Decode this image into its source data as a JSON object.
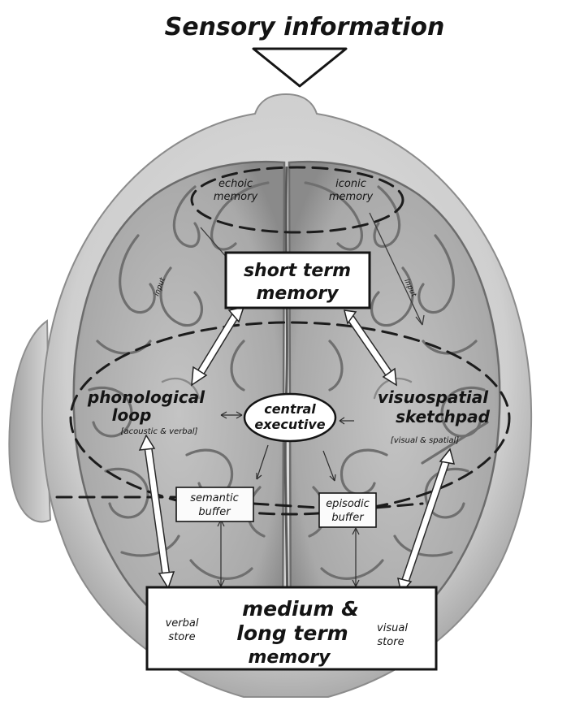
{
  "diagram": {
    "title": "Sensory information",
    "echoic_memory": [
      "echoic",
      "memory"
    ],
    "iconic_memory": [
      "iconic",
      "memory"
    ],
    "short_term_memory": [
      "short term",
      "memory"
    ],
    "phonological_loop": [
      "phonological",
      "loop"
    ],
    "phonological_loop_note": "[acoustic & verbal]",
    "central_executive": [
      "central",
      "executive"
    ],
    "visuospatial_sketchpad": [
      "visuospatial",
      "sketchpad"
    ],
    "visuospatial_sketchpad_note": "[visual & spatial]",
    "semantic_buffer": [
      "semantic",
      "buffer"
    ],
    "episodic_buffer": [
      "episodic",
      "buffer"
    ],
    "long_term_memory": [
      "medium &",
      "long term",
      "memory"
    ],
    "verbal_store": [
      "verbal",
      "store"
    ],
    "visual_store": [
      "visual",
      "store"
    ],
    "input_label": "input"
  },
  "colors": {
    "background": "#ffffff",
    "brain": "#b4b4b4",
    "head": "#d0d0d0",
    "ink": "#141414"
  }
}
